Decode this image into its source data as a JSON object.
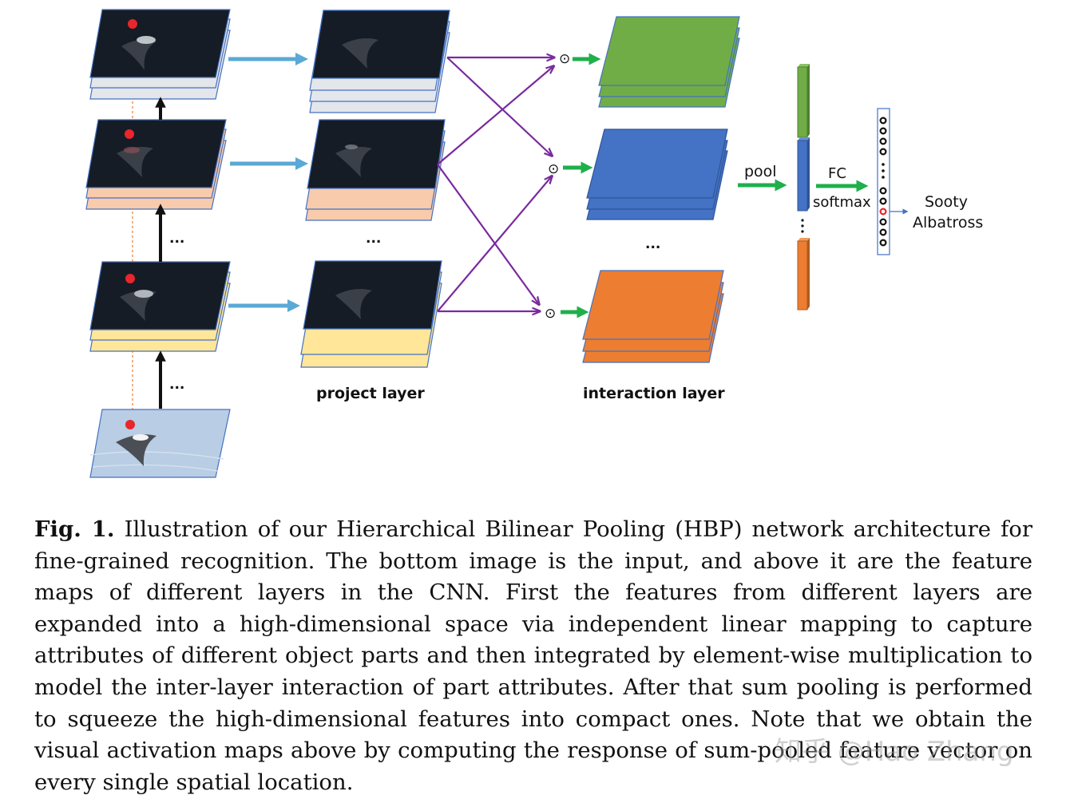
{
  "colors": {
    "arrow_blue": "#5aa9d6",
    "arrow_green": "#1faf4b",
    "cross_purple": "#7a2a9e",
    "layer_green": "#70ad47",
    "layer_blue": "#4472c4",
    "layer_orange": "#ed7d31",
    "feature_dark": "#151c26",
    "input_sky": "#b9cde4",
    "pink_layer": "#f8cbad",
    "yellow_layer": "#ffe699",
    "gray_layer": "#e3e6ea",
    "part_marker": "#e8262b"
  },
  "labels": {
    "project_layer": "project layer",
    "interaction_layer": "interaction layer",
    "pool": "pool",
    "fc": "FC",
    "softmax": "softmax",
    "class_line1": "Sooty",
    "class_line2": "Albatross",
    "ellipsis": "...",
    "hadamard": "⊙"
  },
  "caption": {
    "label": "Fig. 1.",
    "text": "Illustration of our Hierarchical Bilinear Pooling (HBP) network architecture for fine-grained recognition. The bottom image is the input, and above it are the feature maps of different layers in the CNN. First the features from different layers are expanded into a high-dimensional space via independent linear mapping to capture attributes of different object parts and then integrated by element-wise multiplication to model the inter-layer interaction of part attributes. After that sum pooling is performed to squeeze the high-dimensional features into compact ones. Note that we obtain the visual activation maps above by computing the response of sum-pooled feature vector on every single spatial location."
  },
  "watermark": "知乎 @Hao Zhang"
}
